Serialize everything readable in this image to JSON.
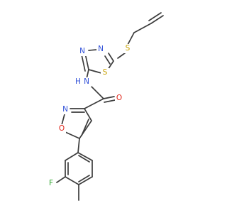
{
  "molecule": {
    "colors": {
      "bond": "#3c3c3c",
      "N": "#2f4fd8",
      "O": "#e0261b",
      "S": "#c7a100",
      "F": "#2aa52a"
    },
    "atoms": {
      "N_thiadiazole_1": {
        "label": "N",
        "element": "N"
      },
      "N_thiadiazole_2": {
        "label": "N",
        "element": "N"
      },
      "S_thiadiazole": {
        "label": "S",
        "element": "S"
      },
      "S_thioether": {
        "label": "S",
        "element": "S"
      },
      "NH_amide": {
        "label": "N",
        "element": "N"
      },
      "H_amide": {
        "label": "H",
        "element": "N"
      },
      "O_carbonyl": {
        "label": "O",
        "element": "O"
      },
      "N_isoxazole": {
        "label": "N",
        "element": "N"
      },
      "O_isoxazole": {
        "label": "O",
        "element": "O"
      },
      "F": {
        "label": "F",
        "element": "F"
      }
    }
  }
}
